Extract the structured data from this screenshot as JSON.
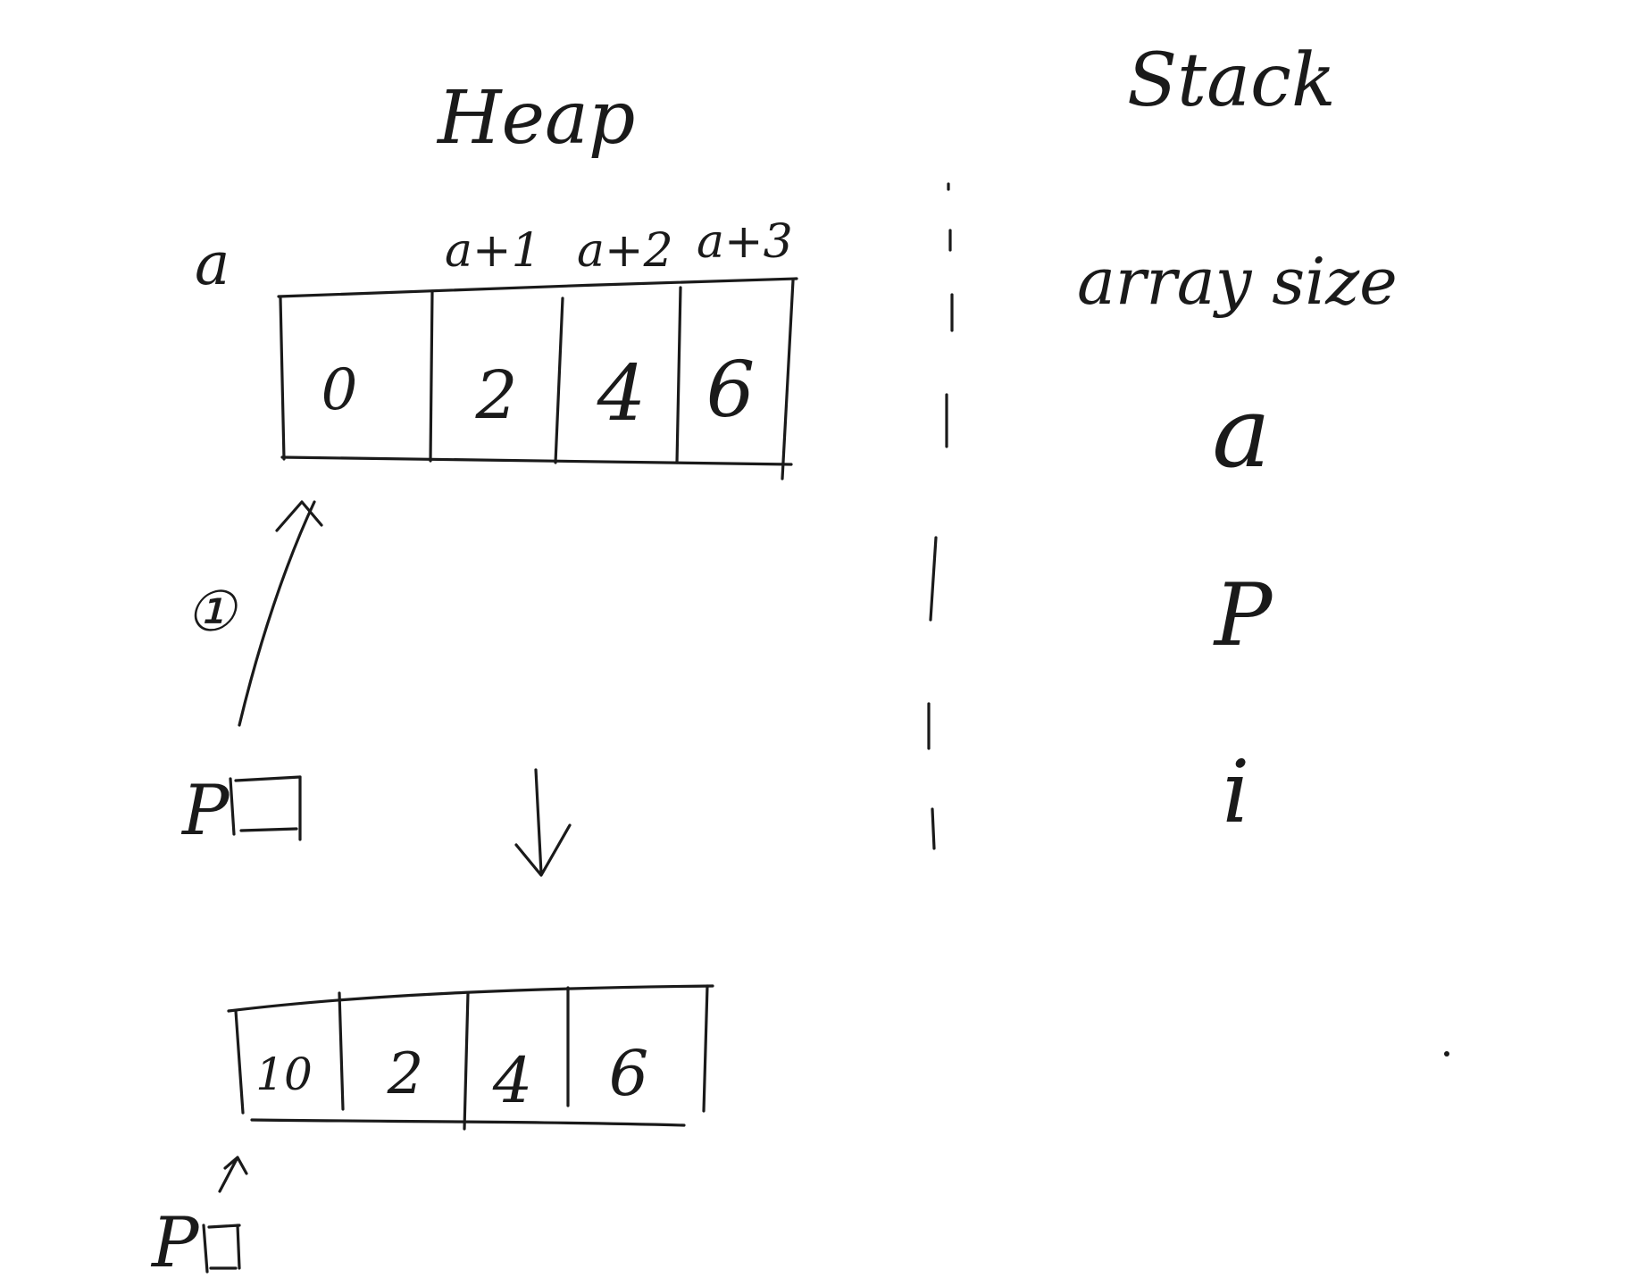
{
  "heap": {
    "title": "Heap",
    "top_array": {
      "address_labels": [
        "a",
        "a+1",
        "a+2",
        "a+3"
      ],
      "cells": [
        "0",
        "2",
        "4",
        "6"
      ]
    },
    "step_marker": "①",
    "pointer_label": "P",
    "bottom_array": {
      "cells": [
        "10",
        "2",
        "4",
        "6"
      ]
    },
    "bottom_pointer_label": "P"
  },
  "stack": {
    "title": "Stack",
    "variables": [
      "array size",
      "a",
      "P",
      "i"
    ]
  }
}
